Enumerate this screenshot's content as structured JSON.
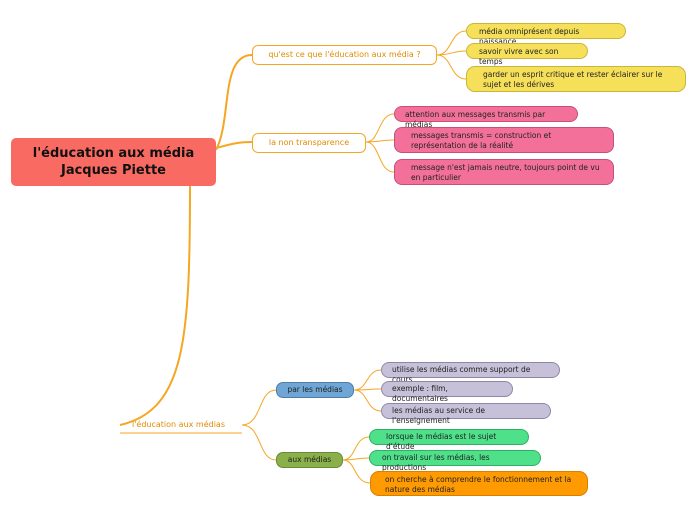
{
  "root": {
    "line1": "l'éducation aux média",
    "line2": "Jacques Piette"
  },
  "branches": {
    "what": {
      "label": "qu'est ce que l'éducation aux média ?",
      "children": [
        "média omniprésent depuis naissance",
        "savoir vivre avec son temps",
        "garder un esprit critique et rester éclairer sur le sujet et les dérives"
      ]
    },
    "transparency": {
      "label": "la non transparence",
      "children": [
        "attention aux messages transmis par médias",
        "messages transmis = construction et représentation de la réalité",
        "message n'est jamais neutre, toujours point de vu en particulier"
      ]
    },
    "education": {
      "label": "l'éducation aux médias",
      "by_media": {
        "label": "par les médias",
        "children": [
          "utilise les médias comme support de cours",
          "exemple : film, documentaires",
          "les médias au service de l'enseignement"
        ]
      },
      "to_media": {
        "label": "aux médias",
        "children": [
          "lorsque le médias est le sujet d'étude",
          "on travail sur les médias, les productions",
          "on cherche à comprendre le fonctionnement et la nature des médias"
        ]
      }
    }
  },
  "colors": {
    "root": "#f96a62",
    "branch_line": "#f5a623",
    "yellow": "#f6e05a",
    "pink": "#f2709a",
    "blue": "#6fa6d6",
    "olive": "#8ab04a",
    "lavender": "#c6c0d8",
    "green": "#4fe08a",
    "orange": "#ff9a00"
  }
}
